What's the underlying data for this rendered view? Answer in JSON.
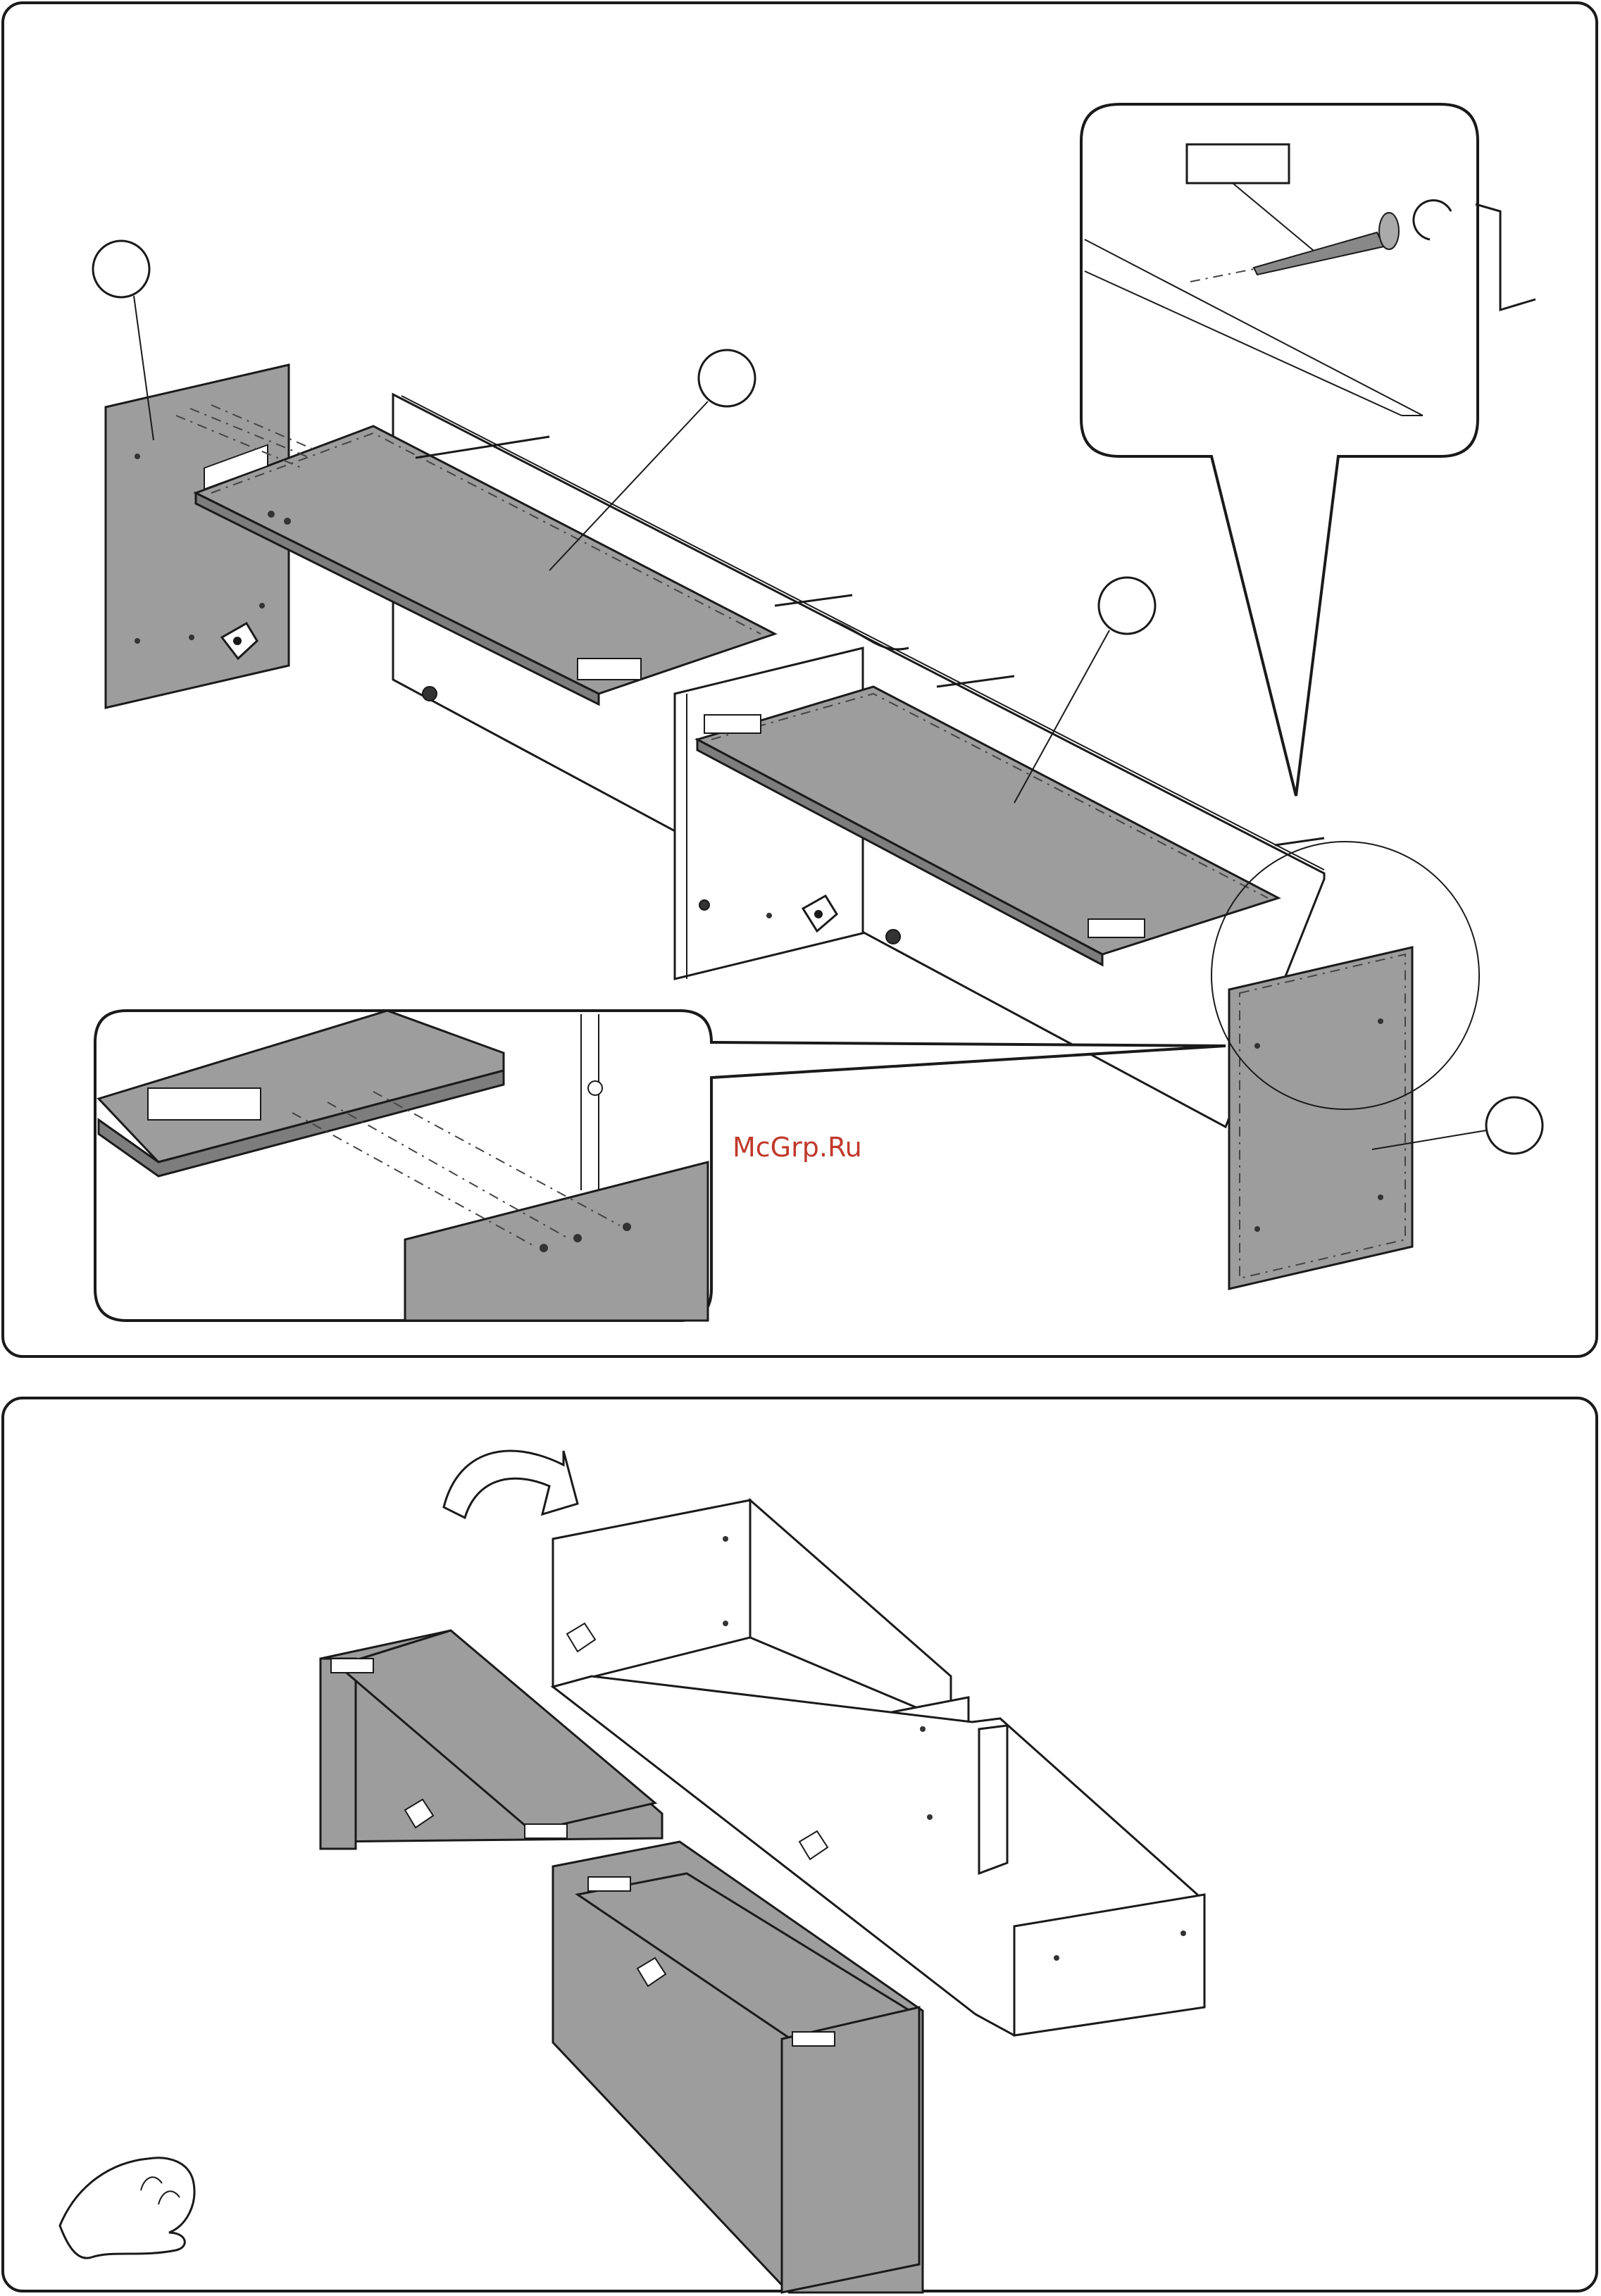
{
  "watermark": {
    "text": "McGrp.Ru",
    "color": "#c0392b"
  },
  "colors": {
    "panel_grey": "#9d9d9d",
    "panel_dark": "#7d7d7d",
    "outline": "#1a1a1a"
  },
  "steps": [
    {
      "id": "step-1",
      "callouts": [
        "",
        "",
        "",
        ""
      ],
      "detail_label": ""
    },
    {
      "id": "step-2"
    }
  ]
}
